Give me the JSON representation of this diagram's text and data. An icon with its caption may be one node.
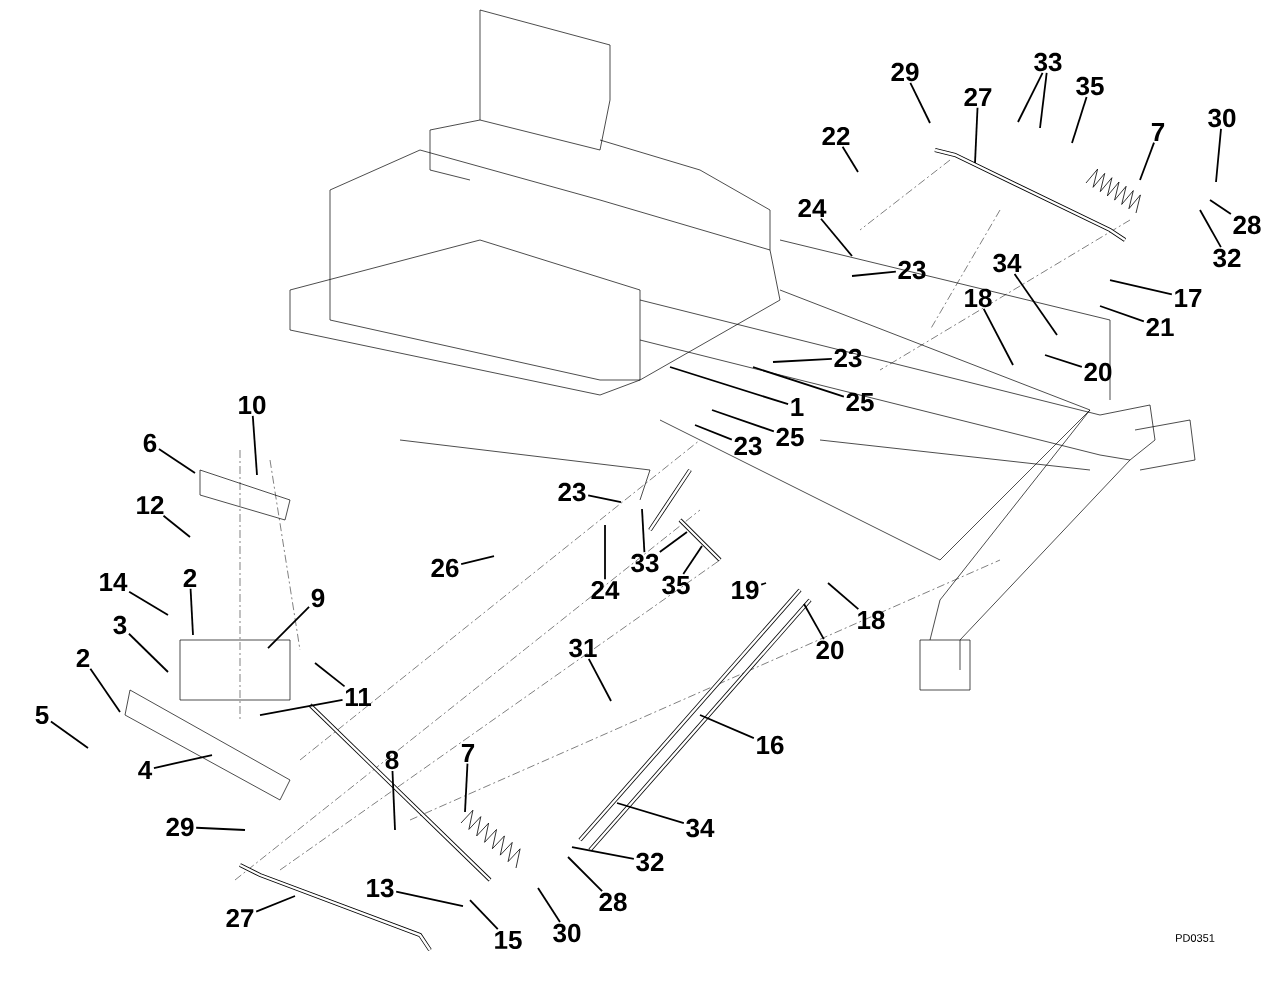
{
  "diagram": {
    "nodes": [
      {
        "text": [
          "29"
        ]
      },
      {
        "text": [
          "33"
        ]
      },
      {
        "text": [
          "35"
        ]
      },
      {
        "text": [
          "27"
        ]
      },
      {
        "text": [
          "30"
        ]
      },
      {
        "text": [
          "7"
        ]
      },
      {
        "text": [
          "22"
        ]
      },
      {
        "text": [
          "24"
        ]
      },
      {
        "text": [
          "28"
        ]
      },
      {
        "text": [
          "32"
        ]
      },
      {
        "text": [
          "34"
        ]
      },
      {
        "text": [
          "23"
        ]
      },
      {
        "text": [
          "17"
        ]
      },
      {
        "text": [
          "18"
        ]
      },
      {
        "text": [
          "21"
        ]
      },
      {
        "text": [
          "20"
        ]
      },
      {
        "text": [
          "23"
        ]
      },
      {
        "text": [
          "25"
        ]
      },
      {
        "text": [
          "1"
        ]
      },
      {
        "text": [
          "10"
        ]
      },
      {
        "text": [
          "25"
        ]
      },
      {
        "text": [
          "23"
        ]
      },
      {
        "text": [
          "6"
        ]
      },
      {
        "text": [
          "23"
        ]
      },
      {
        "text": [
          "12"
        ]
      },
      {
        "text": [
          "33"
        ]
      },
      {
        "text": [
          "26"
        ]
      },
      {
        "text": [
          "14"
        ]
      },
      {
        "text": [
          "2"
        ]
      },
      {
        "text": [
          "9"
        ]
      },
      {
        "text": [
          "24"
        ]
      },
      {
        "text": [
          "35"
        ]
      },
      {
        "text": [
          "19"
        ]
      },
      {
        "text": [
          "18"
        ]
      },
      {
        "text": [
          "3"
        ]
      },
      {
        "text": [
          "31"
        ]
      },
      {
        "text": [
          "20"
        ]
      },
      {
        "text": [
          "2"
        ]
      },
      {
        "text": [
          "11"
        ]
      },
      {
        "text": [
          "5"
        ]
      },
      {
        "text": [
          "16"
        ]
      },
      {
        "text": [
          "8"
        ]
      },
      {
        "text": [
          "7"
        ]
      },
      {
        "text": [
          "4"
        ]
      },
      {
        "text": [
          "34"
        ]
      },
      {
        "text": [
          "29"
        ]
      },
      {
        "text": [
          "32"
        ]
      },
      {
        "text": [
          "13"
        ]
      },
      {
        "text": [
          "28"
        ]
      },
      {
        "text": [
          "27"
        ]
      },
      {
        "text": [
          "30"
        ]
      },
      {
        "text": [
          "15"
        ]
      }
    ],
    "edges": [
      {
        "from": 0,
        "to": null,
        "arrow": "none"
      },
      {
        "from": 1,
        "to": null,
        "arrow": "none"
      },
      {
        "from": 1,
        "to": null,
        "arrow": "none"
      },
      {
        "from": 2,
        "to": null,
        "arrow": "none"
      },
      {
        "from": 3,
        "to": null,
        "arrow": "none"
      },
      {
        "from": 4,
        "to": null,
        "arrow": "none"
      },
      {
        "from": 5,
        "to": null,
        "arrow": "none"
      },
      {
        "from": 6,
        "to": null,
        "arrow": "none"
      },
      {
        "from": 7,
        "to": null,
        "arrow": "none"
      },
      {
        "from": 8,
        "to": null,
        "arrow": "none"
      },
      {
        "from": 9,
        "to": null,
        "arrow": "none"
      },
      {
        "from": 10,
        "to": null,
        "arrow": "none"
      },
      {
        "from": 11,
        "to": null,
        "arrow": "none"
      },
      {
        "from": 12,
        "to": null,
        "arrow": "none"
      },
      {
        "from": 13,
        "to": null,
        "arrow": "none"
      },
      {
        "from": 14,
        "to": null,
        "arrow": "none"
      },
      {
        "from": 15,
        "to": null,
        "arrow": "none"
      },
      {
        "from": 16,
        "to": null,
        "arrow": "none"
      },
      {
        "from": 17,
        "to": null,
        "arrow": "none"
      },
      {
        "from": 18,
        "to": null,
        "arrow": "none"
      },
      {
        "from": 19,
        "to": null,
        "arrow": "none"
      },
      {
        "from": 20,
        "to": null,
        "arrow": "none"
      },
      {
        "from": 21,
        "to": null,
        "arrow": "none"
      },
      {
        "from": 22,
        "to": null,
        "arrow": "none"
      },
      {
        "from": 23,
        "to": null,
        "arrow": "none"
      },
      {
        "from": 24,
        "to": null,
        "arrow": "none"
      },
      {
        "from": 25,
        "to": null,
        "arrow": "none"
      },
      {
        "from": 25,
        "to": null,
        "arrow": "none"
      },
      {
        "from": 26,
        "to": null,
        "arrow": "none"
      },
      {
        "from": 27,
        "to": null,
        "arrow": "none"
      },
      {
        "from": 28,
        "to": null,
        "arrow": "none"
      },
      {
        "from": 29,
        "to": null,
        "arrow": "none"
      },
      {
        "from": 30,
        "to": null,
        "arrow": "none"
      },
      {
        "from": 31,
        "to": null,
        "arrow": "none"
      },
      {
        "from": 32,
        "to": null,
        "arrow": "none"
      },
      {
        "from": 33,
        "to": null,
        "arrow": "none"
      },
      {
        "from": 34,
        "to": null,
        "arrow": "none"
      },
      {
        "from": 35,
        "to": null,
        "arrow": "none"
      },
      {
        "from": 36,
        "to": null,
        "arrow": "none"
      },
      {
        "from": 37,
        "to": null,
        "arrow": "none"
      },
      {
        "from": 38,
        "to": null,
        "arrow": "none"
      },
      {
        "from": 38,
        "to": null,
        "arrow": "none"
      },
      {
        "from": 39,
        "to": null,
        "arrow": "none"
      },
      {
        "from": 40,
        "to": null,
        "arrow": "none"
      },
      {
        "from": 41,
        "to": null,
        "arrow": "none"
      },
      {
        "from": 42,
        "to": null,
        "arrow": "none"
      },
      {
        "from": 43,
        "to": null,
        "arrow": "none"
      },
      {
        "from": 44,
        "to": null,
        "arrow": "none"
      },
      {
        "from": 45,
        "to": null,
        "arrow": "none"
      },
      {
        "from": 46,
        "to": null,
        "arrow": "none"
      },
      {
        "from": 47,
        "to": null,
        "arrow": "none"
      },
      {
        "from": 48,
        "to": null,
        "arrow": "none"
      },
      {
        "from": 49,
        "to": null,
        "arrow": "none"
      },
      {
        "from": 50,
        "to": null,
        "arrow": "none"
      },
      {
        "from": 51,
        "to": null,
        "arrow": "none"
      }
    ],
    "labels": [
      "PD0351"
    ]
  }
}
